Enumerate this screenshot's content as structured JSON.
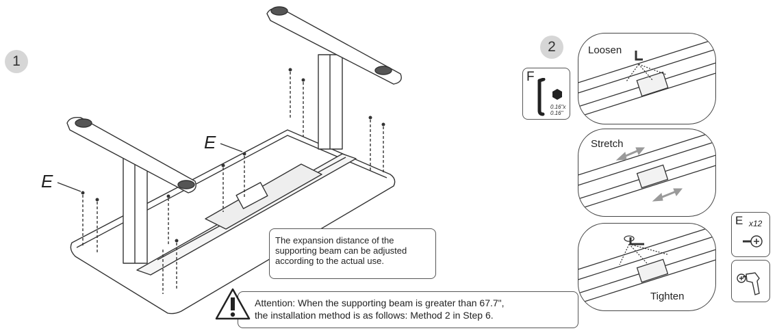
{
  "step1": {
    "number": "1",
    "label_e_left": "E",
    "label_e_mid": "E"
  },
  "step2": {
    "number": "2"
  },
  "tool_f": {
    "letter": "F",
    "size_line1": "0.16\"x",
    "size_line2": "0.16\"",
    "icon": "hex-key-icon"
  },
  "details": {
    "loosen": "Loosen",
    "stretch": "Stretch",
    "tighten": "Tighten"
  },
  "part_e": {
    "letter": "E",
    "qty": "x12",
    "icon": "screw-icon"
  },
  "tool_drill": {
    "icon": "screwdriver-drill-icon"
  },
  "notes": {
    "expansion": "The expansion distance of the supporting beam can be adjusted according to the actual use.",
    "attention_line1": "Attention: When the supporting beam is greater than 67.7\",",
    "attention_line2": "the installation method is as follows: Method 2 in Step 6."
  },
  "colors": {
    "step_badge": "#d6d6d6",
    "line": "#333333",
    "arrow": "#9a9a9a"
  }
}
